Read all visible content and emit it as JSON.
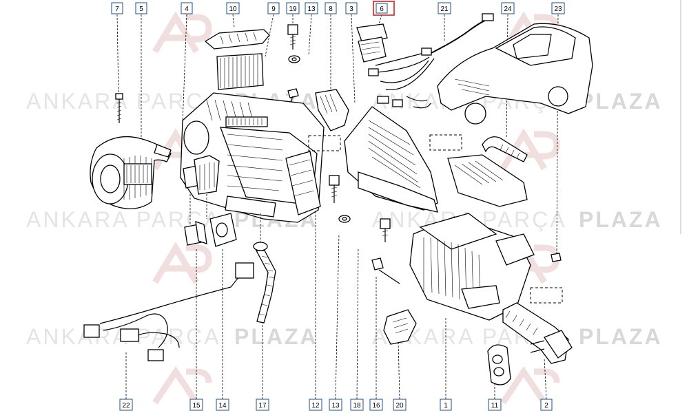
{
  "callouts": [
    {
      "id": "c7",
      "label": "7"
    },
    {
      "id": "c5",
      "label": "5"
    },
    {
      "id": "c4",
      "label": "4"
    },
    {
      "id": "c10",
      "label": "10"
    },
    {
      "id": "c9",
      "label": "9"
    },
    {
      "id": "c19",
      "label": "19"
    },
    {
      "id": "c13t",
      "label": "13"
    },
    {
      "id": "c8",
      "label": "8"
    },
    {
      "id": "c3",
      "label": "3"
    },
    {
      "id": "c6",
      "label": "6",
      "highlighted": true
    },
    {
      "id": "c21",
      "label": "21"
    },
    {
      "id": "c24",
      "label": "24"
    },
    {
      "id": "c23",
      "label": "23"
    },
    {
      "id": "c22",
      "label": "22"
    },
    {
      "id": "c15",
      "label": "15"
    },
    {
      "id": "c14",
      "label": "14"
    },
    {
      "id": "c17",
      "label": "17"
    },
    {
      "id": "c12",
      "label": "12"
    },
    {
      "id": "c13b",
      "label": "13"
    },
    {
      "id": "c18",
      "label": "18"
    },
    {
      "id": "c16",
      "label": "16"
    },
    {
      "id": "c20",
      "label": "20"
    },
    {
      "id": "c1",
      "label": "1"
    },
    {
      "id": "c11",
      "label": "11"
    },
    {
      "id": "c2",
      "label": "2"
    }
  ],
  "watermark": {
    "light": "ANKARA PARÇA",
    "bold": "PLAZA",
    "mark": "AP"
  },
  "colors": {
    "callout_border": "#1a4f8a",
    "highlight": "#e31b1b",
    "watermark": "#e0e0e0"
  }
}
